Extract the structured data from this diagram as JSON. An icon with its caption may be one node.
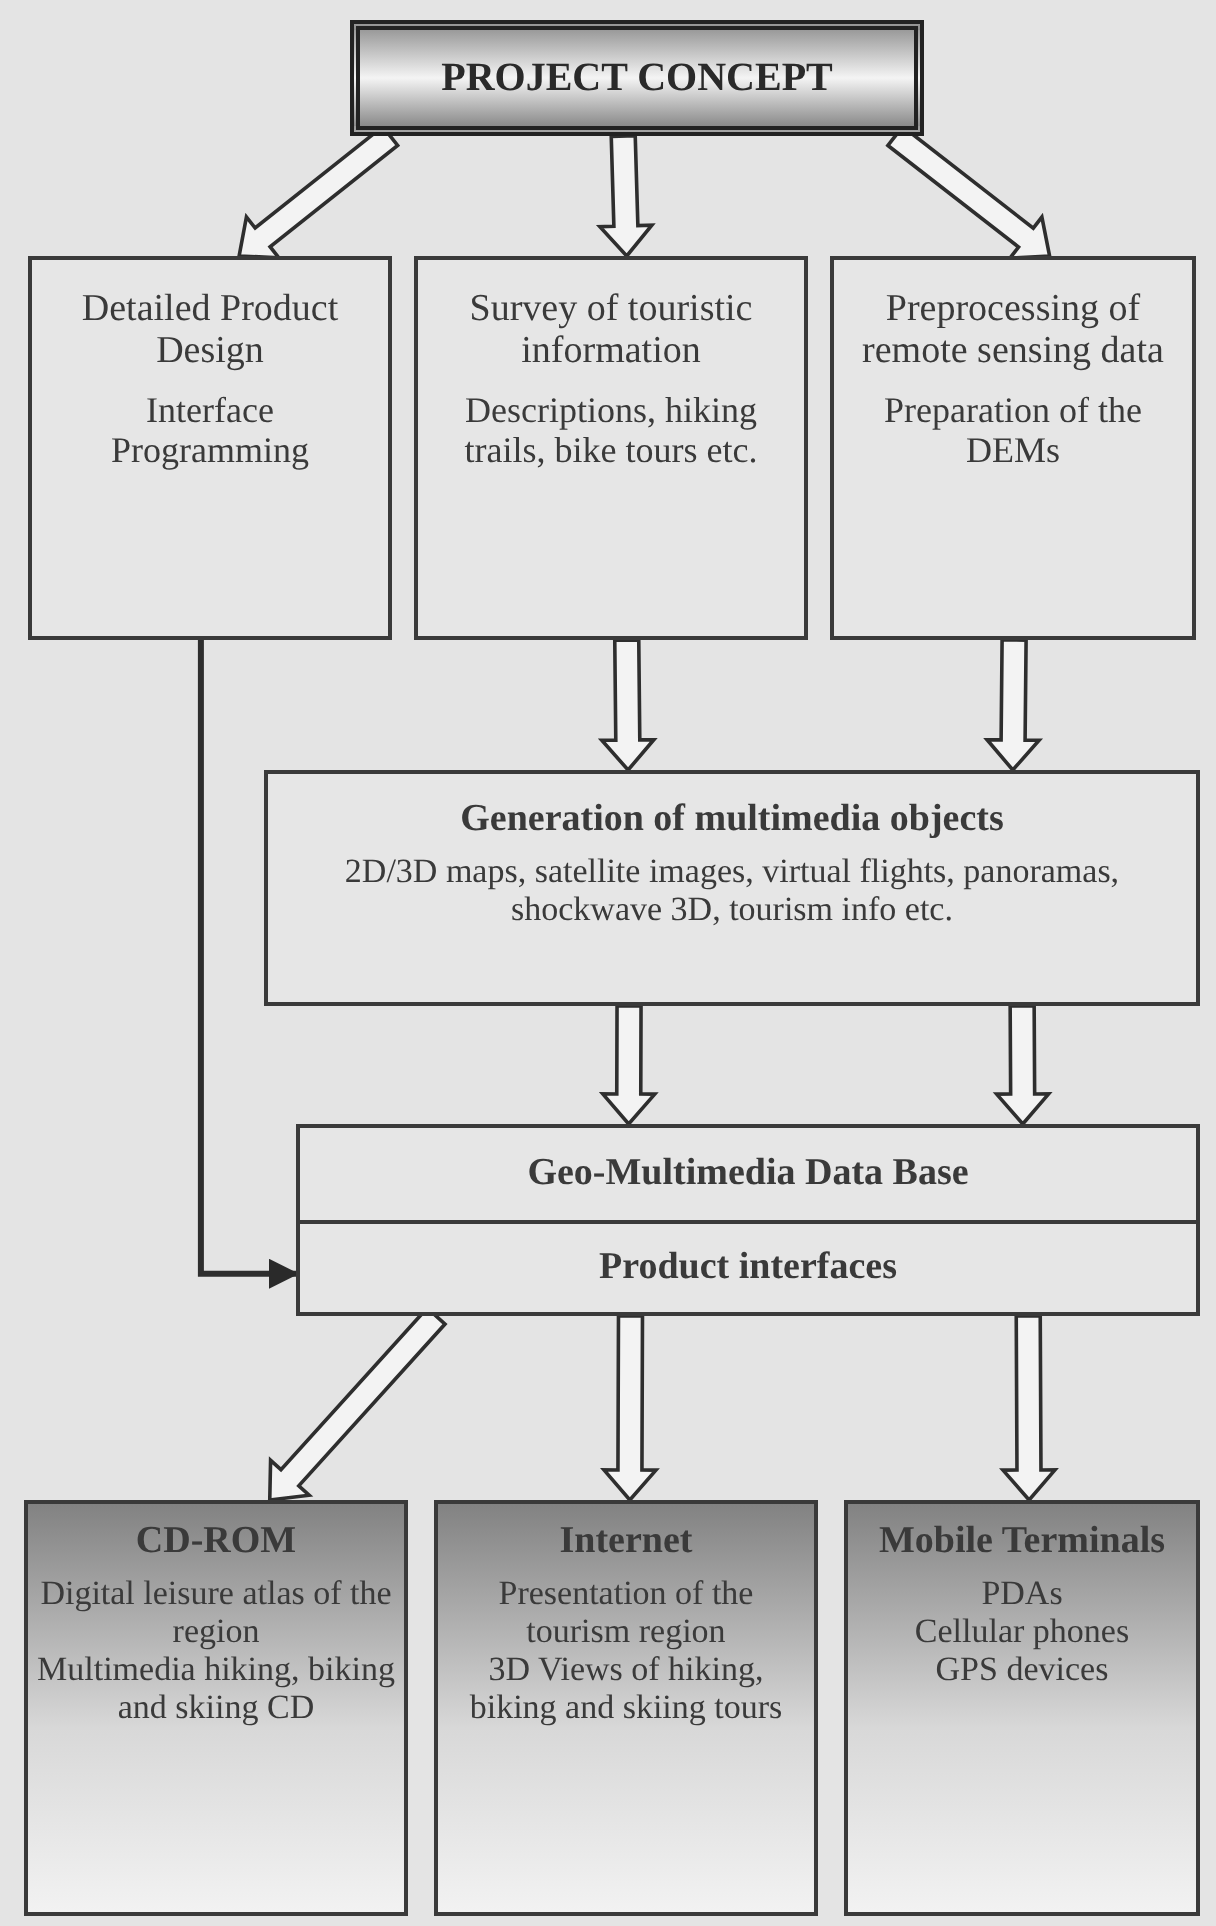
{
  "diagram": {
    "nodes": [
      {
        "text": [
          "PROJECT CONCEPT"
        ]
      },
      {
        "text": [
          "Detailed Product Design",
          "Interface Programming"
        ]
      },
      {
        "text": [
          "Survey of touristic information",
          "Descriptions, hiking trails, bike tours etc."
        ]
      },
      {
        "text": [
          "Preprocessing of remote sensing data",
          "Preparation of the DEMs"
        ]
      },
      {
        "text": [
          "Generation of multimedia objects",
          "2D/3D maps, satellite images, virtual flights, panoramas, shockwave 3D, tourism info etc."
        ]
      },
      {
        "text": [
          "Geo-Multimedia Data Base"
        ]
      },
      {
        "text": [
          "Product interfaces"
        ]
      },
      {
        "text": [
          "CD-ROM",
          "Digital leisure atlas of the region",
          "Multimedia hiking, biking and skiing CD"
        ]
      },
      {
        "text": [
          "Internet",
          "Presentation of the tourism region",
          "3D Views of hiking, biking and skiing tours"
        ]
      },
      {
        "text": [
          "Mobile Terminals",
          "PDAs",
          "Cellular phones",
          "GPS devices"
        ]
      }
    ],
    "edges": [
      {
        "from": 0,
        "to": 1,
        "arrow": "to",
        "style": "thick"
      },
      {
        "from": 0,
        "to": 2,
        "arrow": "to",
        "style": "thick"
      },
      {
        "from": 0,
        "to": 3,
        "arrow": "to",
        "style": "thick"
      },
      {
        "from": 2,
        "to": 4,
        "arrow": "to",
        "style": "thick"
      },
      {
        "from": 3,
        "to": 4,
        "arrow": "to",
        "style": "thick"
      },
      {
        "from": 4,
        "to": 5,
        "arrow": "to",
        "style": "thick"
      },
      {
        "from": 4,
        "to": 5,
        "arrow": "to",
        "style": "thick"
      },
      {
        "from": 1,
        "to": 6,
        "arrow": "to"
      },
      {
        "from": 6,
        "to": 7,
        "arrow": "to",
        "style": "thick"
      },
      {
        "from": 6,
        "to": 8,
        "arrow": "to",
        "style": "thick"
      },
      {
        "from": 6,
        "to": 9,
        "arrow": "to",
        "style": "thick"
      }
    ]
  }
}
